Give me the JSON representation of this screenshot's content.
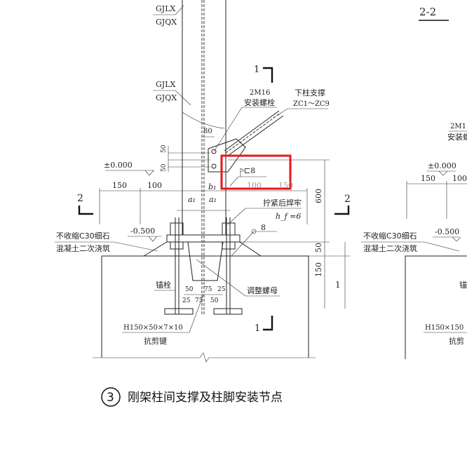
{
  "drawing": {
    "title_number": "3",
    "title": "刚架柱间支撑及柱脚安装节点",
    "column_labels_top": [
      "GJLX",
      "GJQX"
    ],
    "column_labels": [
      "GJLX",
      "GJQX"
    ],
    "section_1_label": "1",
    "section_2_label": "2",
    "bolt_label": [
      "2M16",
      "安装螺栓"
    ],
    "brace_label": [
      "下柱支撑",
      "ZC1～ZC9"
    ],
    "dim_80": "80",
    "dim_50_upper": "50",
    "dim_50_lower": "50",
    "elevation_top": "±0.000",
    "elevation_bottom": "-0.500",
    "horiz_dims": [
      "150",
      "100",
      "b₁",
      "100",
      "150"
    ],
    "dim_a1": "a₁",
    "weld_symbol": "⊏8",
    "weld_note": [
      "拧紧后焊牢",
      "h_f =6"
    ],
    "weld_8": "8",
    "vert_dims": [
      "600",
      "50",
      "150"
    ],
    "grout_label": [
      "不收缩C30细石",
      "混凝土二次浇筑"
    ],
    "anchor_label": "锚栓",
    "nut_label": "调整螺母",
    "key_dims_top": [
      "50",
      "75",
      "25"
    ],
    "key_dims_bottom": [
      "25",
      "75",
      "50"
    ],
    "shear_key_label": [
      "H150×50×7×10",
      "抗剪键"
    ]
  },
  "right_view": {
    "title": "2-2",
    "bolt_label": [
      "2M1",
      "安装螺"
    ],
    "elevation_top": "±0.000",
    "elevation_bottom": "-0.500",
    "dims": [
      "150",
      "100"
    ],
    "grout_label": [
      "不收缩C30细石",
      "混凝土二次浇筑"
    ],
    "anchor_label": "锚",
    "shear_key_label": [
      "H150×150",
      "抗剪"
    ]
  },
  "highlight": {
    "color": "#e8161b"
  }
}
